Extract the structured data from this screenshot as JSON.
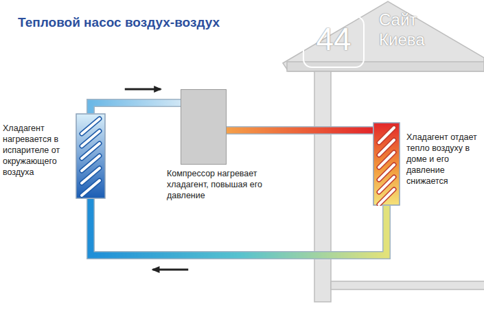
{
  "diagram": {
    "title": "Тепловой насос воздух-воздух",
    "nodes": [
      {
        "text": [
          "Хладагент нагревается в испарителе от окружающего воздуха"
        ]
      },
      {
        "text": [
          "Компрессор нагревает хладагент, повышая его давление"
        ]
      },
      {
        "text": [
          "Хладагент отдает тепло воздуху в доме и его давление снижается"
        ]
      }
    ],
    "edges": [
      {
        "from": 0,
        "to": 1,
        "arrow": "to"
      },
      {
        "from": 1,
        "to": 2,
        "arrow": "none"
      },
      {
        "from": 2,
        "to": 0,
        "arrow": "to"
      }
    ],
    "labels": [
      "44",
      "Сайт Киева"
    ]
  }
}
